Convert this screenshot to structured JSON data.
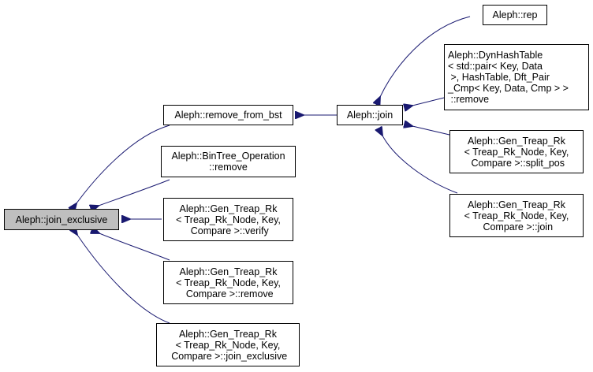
{
  "diagram": {
    "type": "caller-graph",
    "edge_color": "#191970",
    "nodes": {
      "join_exclusive": "Aleph::join_exclusive",
      "remove_from_bst": "Aleph::remove_from_bst",
      "bintree_remove": "Aleph::BinTree_Operation\n::remove",
      "treap_verify": "Aleph::Gen_Treap_Rk\n< Treap_Rk_Node, Key,\n Compare >::verify",
      "treap_remove": "Aleph::Gen_Treap_Rk\n< Treap_Rk_Node, Key,\n Compare >::remove",
      "treap_join_exclusive": "Aleph::Gen_Treap_Rk\n< Treap_Rk_Node, Key,\n Compare >::join_exclusive",
      "join": "Aleph::join",
      "rep": "Aleph::rep",
      "dynhash_remove": "Aleph::DynHashTable\n< std::pair< Key, Data\n >, HashTable, Dft_Pair\n_Cmp< Key, Data, Cmp > >\n ::remove",
      "treap_split_pos": "Aleph::Gen_Treap_Rk\n< Treap_Rk_Node, Key,\n Compare >::split_pos",
      "treap_join": "Aleph::Gen_Treap_Rk\n< Treap_Rk_Node, Key,\n Compare >::join"
    },
    "edges": [
      {
        "from": "remove_from_bst",
        "to": "join_exclusive"
      },
      {
        "from": "bintree_remove",
        "to": "join_exclusive"
      },
      {
        "from": "treap_verify",
        "to": "join_exclusive"
      },
      {
        "from": "treap_remove",
        "to": "join_exclusive"
      },
      {
        "from": "treap_join_exclusive",
        "to": "join_exclusive"
      },
      {
        "from": "join",
        "to": "remove_from_bst"
      },
      {
        "from": "rep",
        "to": "join"
      },
      {
        "from": "dynhash_remove",
        "to": "join"
      },
      {
        "from": "treap_split_pos",
        "to": "join"
      },
      {
        "from": "treap_join",
        "to": "join"
      }
    ]
  }
}
